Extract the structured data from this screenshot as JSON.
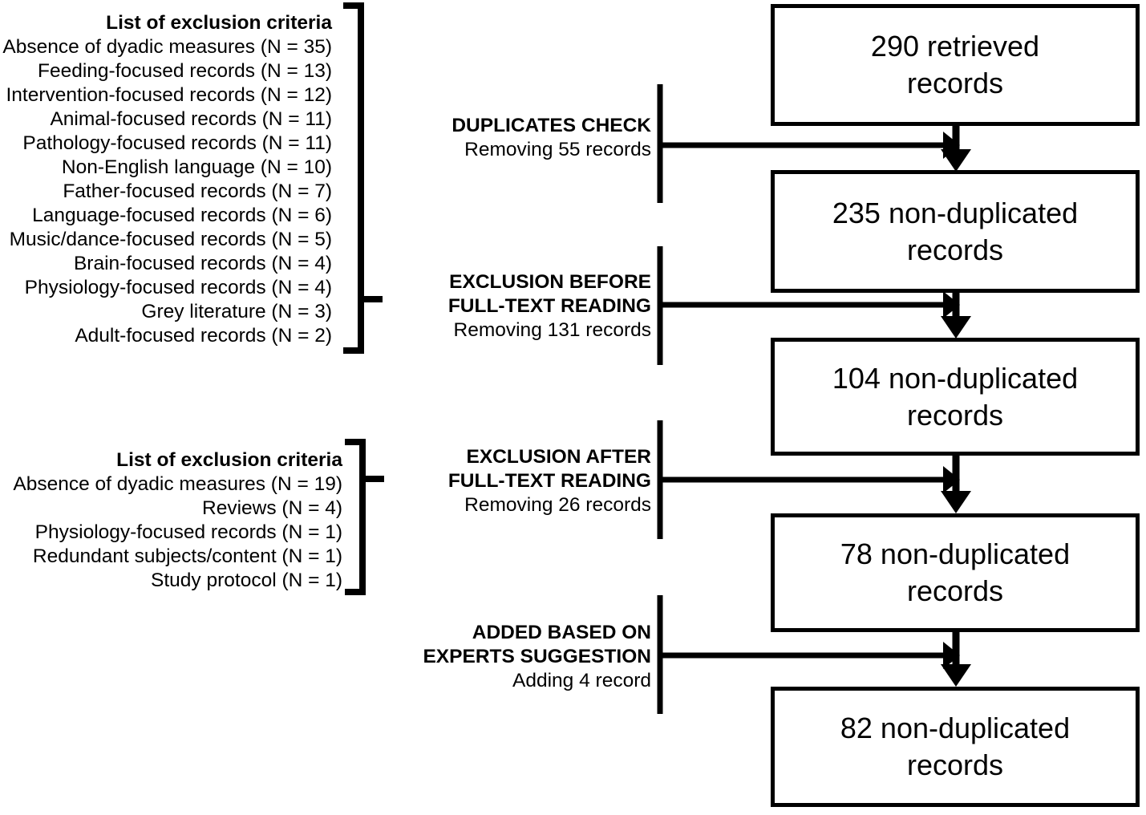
{
  "diagram": {
    "type": "prisma-flow-diagram",
    "colors": {
      "stroke": "#000000",
      "background": "#ffffff",
      "text": "#000000"
    }
  },
  "exclusion_lists": [
    {
      "title": "List of exclusion criteria",
      "items": [
        "Absence of dyadic measures (N = 35)",
        "Feeding-focused records (N = 13)",
        "Intervention-focused records (N = 12)",
        "Animal-focused records (N = 11)",
        "Pathology-focused records (N = 11)",
        "Non-English language (N = 10)",
        "Father-focused records (N = 7)",
        "Language-focused records (N = 6)",
        "Music/dance-focused records (N = 5)",
        "Brain-focused records (N = 4)",
        "Physiology-focused records (N = 4)",
        "Grey literature (N = 3)",
        "Adult-focused records (N = 2)"
      ]
    },
    {
      "title": "List of exclusion criteria",
      "items": [
        "Absence of dyadic measures (N = 19)",
        "Reviews (N = 4)",
        "Physiology-focused records (N = 1)",
        "Redundant subjects/content (N = 1)",
        "Study protocol (N = 1)"
      ]
    }
  ],
  "steps": [
    {
      "title": "DUPLICATES CHECK",
      "title_lines": [
        "DUPLICATES CHECK"
      ],
      "subtitle": "Removing 55 records",
      "count": 55,
      "action": "removing"
    },
    {
      "title": "EXCLUSION BEFORE FULL-TEXT READING",
      "title_lines": [
        "EXCLUSION BEFORE",
        "FULL-TEXT READING"
      ],
      "subtitle": "Removing 131 records",
      "count": 131,
      "action": "removing"
    },
    {
      "title": "EXCLUSION AFTER FULL-TEXT READING",
      "title_lines": [
        "EXCLUSION AFTER",
        "FULL-TEXT READING"
      ],
      "subtitle": "Removing 26 records",
      "count": 26,
      "action": "removing"
    },
    {
      "title": "ADDED BASED ON EXPERTS SUGGESTION",
      "title_lines": [
        "ADDED BASED ON",
        "EXPERTS SUGGESTION"
      ],
      "subtitle": "Adding 4 record",
      "count": 4,
      "action": "adding"
    }
  ],
  "record_boxes": [
    {
      "count": 290,
      "line1": "290 retrieved",
      "line2": "records",
      "label": "290 retrieved records"
    },
    {
      "count": 235,
      "line1": "235 non-duplicated",
      "line2": "records",
      "label": "235 non-duplicated records"
    },
    {
      "count": 104,
      "line1": "104 non-duplicated",
      "line2": "records",
      "label": "104 non-duplicated records"
    },
    {
      "count": 78,
      "line1": "78 non-duplicated",
      "line2": "records",
      "label": "78 non-duplicated records"
    },
    {
      "count": 82,
      "line1": "82 non-duplicated",
      "line2": "records",
      "label": "82 non-duplicated records"
    }
  ]
}
